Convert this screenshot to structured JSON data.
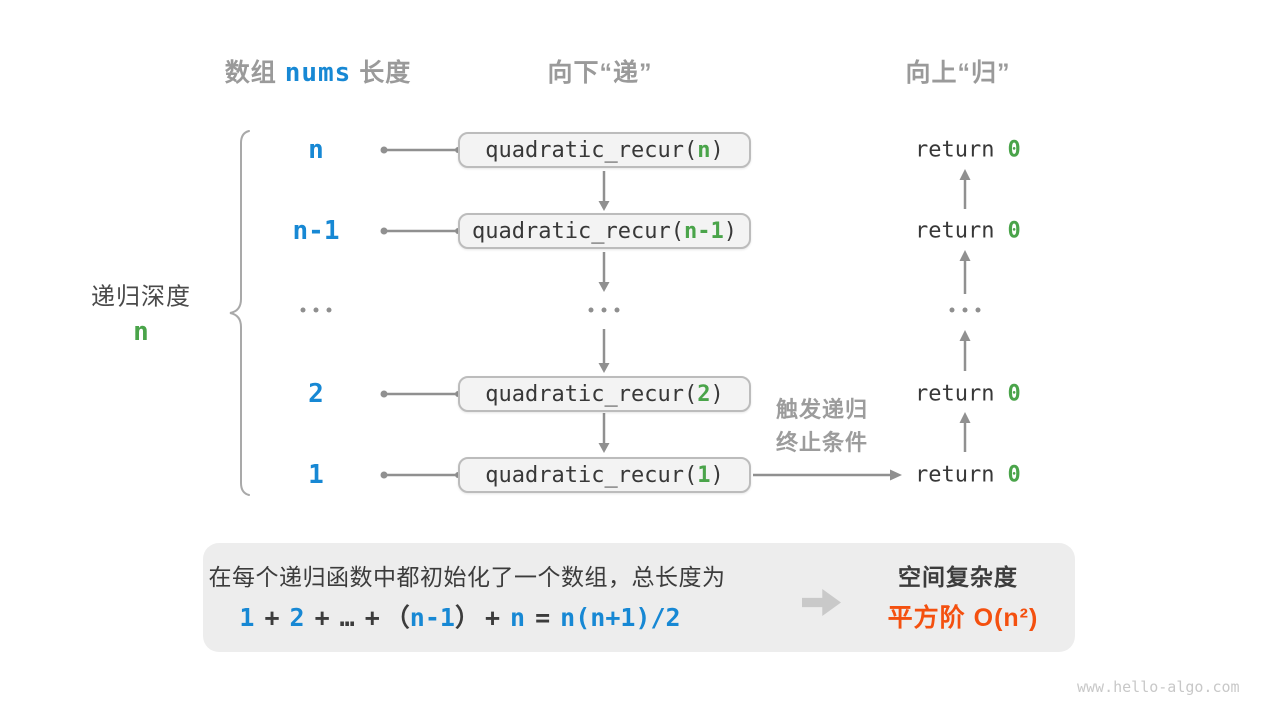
{
  "colors": {
    "blue": "#1788d4",
    "green": "#4aa44a",
    "orange": "#f4500f",
    "gray_text": "#9a9a9a",
    "dark_text": "#3c3c3c",
    "line_gray": "#909090",
    "box_fill": "#f3f3f3",
    "box_border": "#bcbcbc",
    "panel_fill": "#ededed",
    "block_arrow": "#c9c9c9"
  },
  "headers": {
    "left_prefix": "数组",
    "left_code": "nums",
    "left_suffix": "长度",
    "descend": "向下“递”",
    "ascend": "向上“归”"
  },
  "depth": {
    "label": "递归深度",
    "value": "n"
  },
  "rows": [
    {
      "label": "n",
      "call_open": "quadratic_recur(",
      "arg": "n",
      "call_close": ")",
      "return_keyword": "return",
      "return_value": "0"
    },
    {
      "label": "n-1",
      "call_open": "quadratic_recur(",
      "arg": "n-1",
      "call_close": ")",
      "return_keyword": "return",
      "return_value": "0"
    },
    {
      "label": "...",
      "ellipsis": "..."
    },
    {
      "label": "2",
      "call_open": "quadratic_recur(",
      "arg": "2",
      "call_close": ")",
      "return_keyword": "return",
      "return_value": "0"
    },
    {
      "label": "1",
      "call_open": "quadratic_recur(",
      "arg": "1",
      "call_close": ")",
      "return_keyword": "return",
      "return_value": "0"
    }
  ],
  "base_case_note": {
    "line1": "触发递归",
    "line2": "终止条件"
  },
  "summary": {
    "line1": "在每个递归函数中都初始化了一个数组，总长度为",
    "formula": [
      {
        "t": "1",
        "cls": "fp blue"
      },
      {
        "t": "+",
        "cls": "fp dark"
      },
      {
        "t": "2",
        "cls": "fp blue"
      },
      {
        "t": "+",
        "cls": "fp dark"
      },
      {
        "t": "…",
        "cls": "fp dark"
      },
      {
        "t": "+",
        "cls": "fp dark"
      },
      {
        "t": "（",
        "cls": "fp dark tight"
      },
      {
        "t": "n-1",
        "cls": "fp blue tight"
      },
      {
        "t": "）",
        "cls": "fp dark tight"
      },
      {
        "t": "+",
        "cls": "fp dark"
      },
      {
        "t": "n",
        "cls": "fp blue"
      },
      {
        "t": "=",
        "cls": "fp dark"
      },
      {
        "t": "n(n+1)/2",
        "cls": "fp blue"
      }
    ],
    "result_title": "空间复杂度",
    "result_value": "平方阶 O(n²)"
  },
  "watermark": "www.hello-algo.com"
}
